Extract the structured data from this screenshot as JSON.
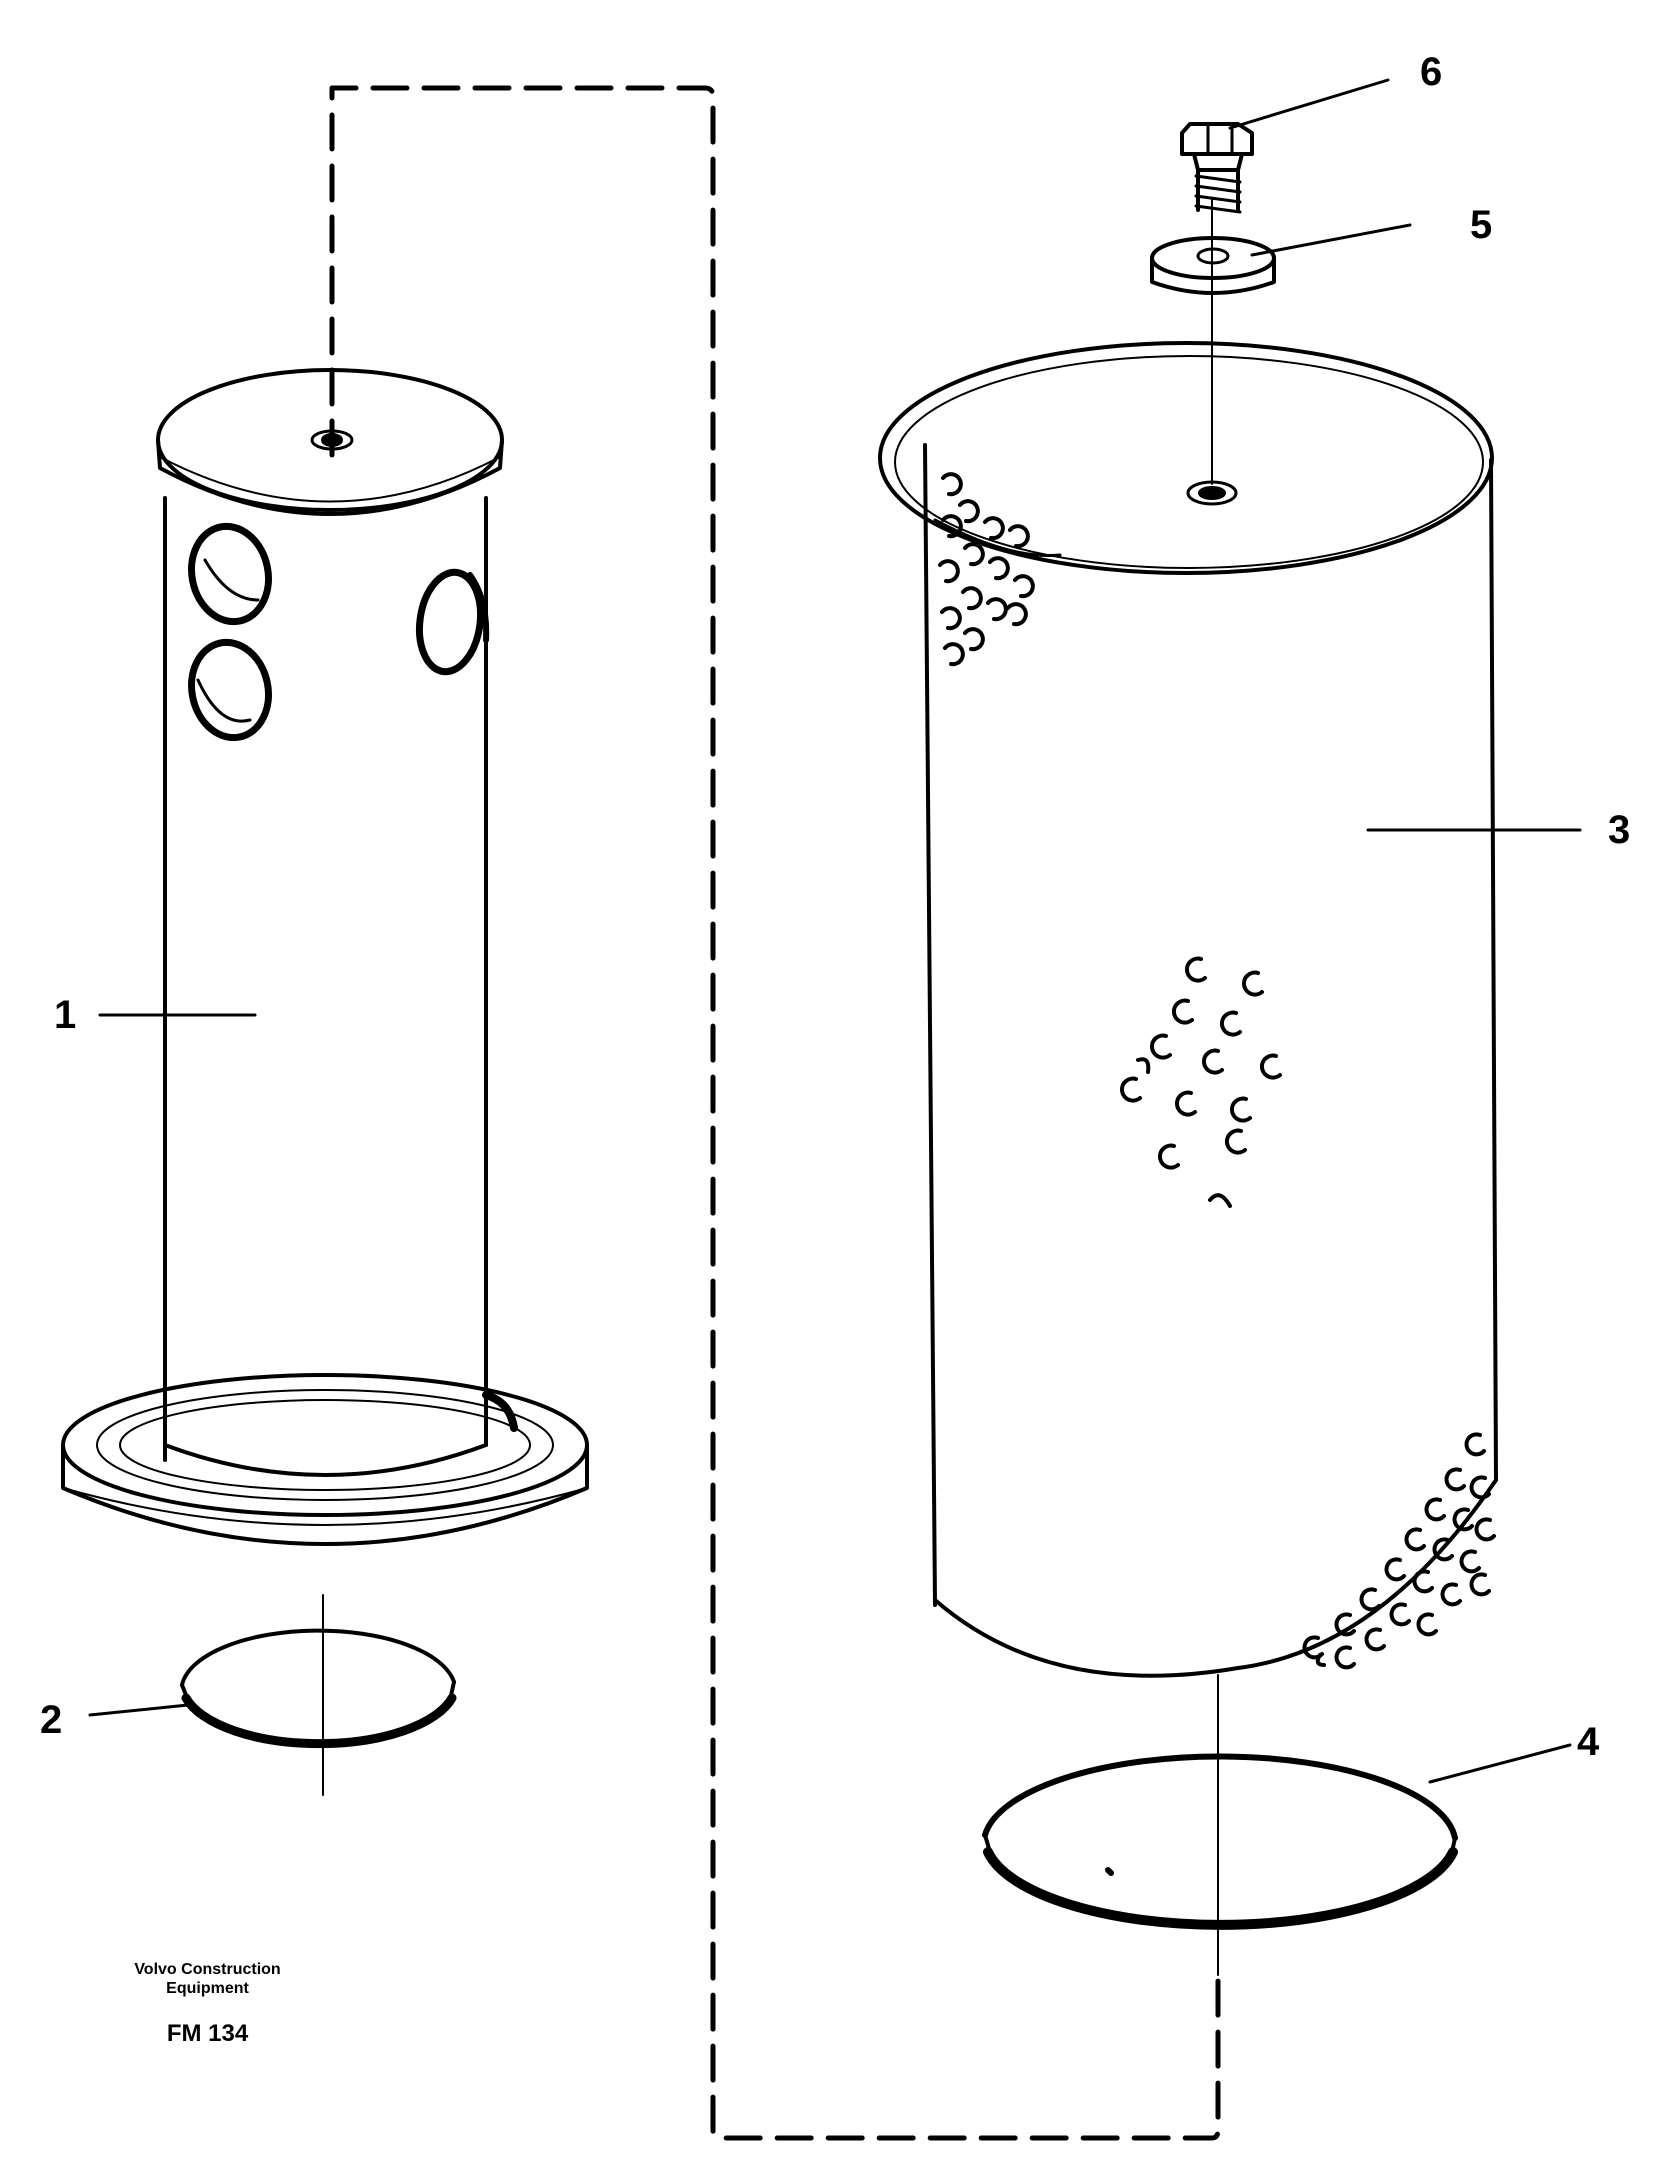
{
  "callouts": {
    "c1": "1",
    "c2": "2",
    "c3": "3",
    "c4": "4",
    "c5": "5",
    "c6": "6"
  },
  "footer": {
    "brand_line1": "Volvo Construction",
    "brand_line2": "Equipment",
    "code": "FM 134"
  },
  "colors": {
    "ink": "#000000",
    "paper": "#ffffff"
  }
}
